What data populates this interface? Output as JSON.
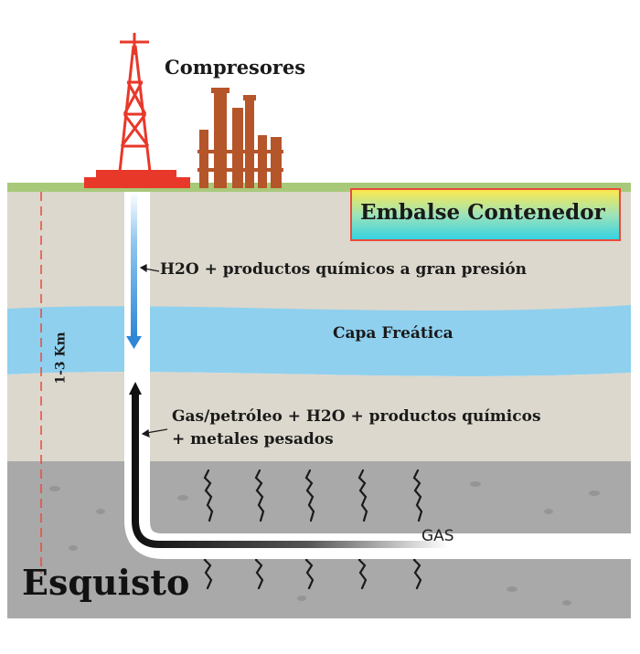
{
  "labels": {
    "compressors": "Compresores",
    "reservoir": "Embalse Contenedor",
    "injection": "H2O + productos químicos a gran presión",
    "water_table": "Capa Freática",
    "return_line1": "Gas/petróleo + H2O + productos químicos",
    "return_line2": "+ metales pesados",
    "gas": "GAS",
    "shale": "Esquisto",
    "depth": "1-3 Km"
  },
  "colors": {
    "derrick": "#e8382a",
    "compressor": "#b5552a",
    "water_table": "#8fd0ef",
    "shale": "#a9a9a9",
    "soil": "#dcd8cd",
    "grass": "#a8c97a",
    "injection_pipe": "#2f86d6",
    "return_pipe": "#111111"
  }
}
